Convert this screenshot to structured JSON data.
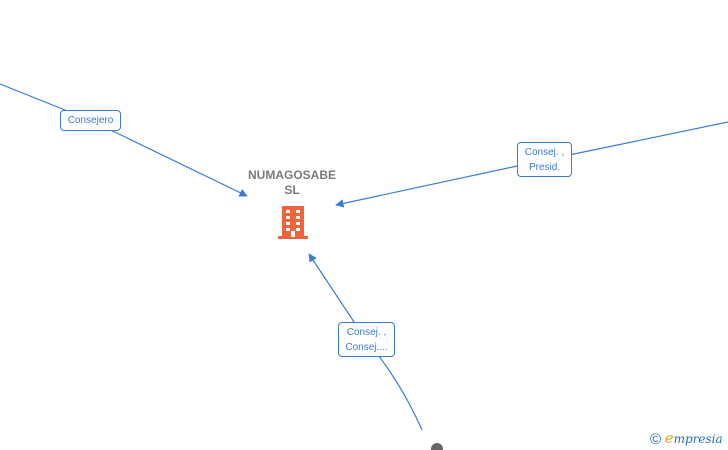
{
  "company": {
    "name_line1": "NUMAGOSABE",
    "name_line2": "SL",
    "icon": "building-icon"
  },
  "relations": [
    {
      "lines": [
        "Consejero"
      ]
    },
    {
      "lines": [
        "Consej. ,",
        "Presid."
      ]
    },
    {
      "lines": [
        "Consej. ,",
        "Consej...."
      ]
    }
  ],
  "brand": {
    "copyright": "©",
    "logo_letter": "e",
    "logo_rest": "mpresia"
  },
  "colors": {
    "edge": "#3a7bd5",
    "company_icon": "#f0643c",
    "company_label": "#7a7a7a",
    "person_node": "#666666"
  }
}
